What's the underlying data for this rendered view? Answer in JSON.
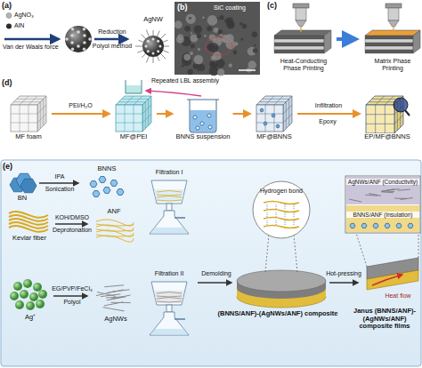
{
  "diagram": {
    "nodes": [
      {
        "text": [
          "MF foam"
        ]
      },
      {
        "text": [
          "MF@PEI"
        ]
      },
      {
        "text": [
          "BNNS suspension"
        ]
      },
      {
        "text": [
          "MF@BNNS"
        ]
      },
      {
        "text": [
          "EP/MF@BNNS"
        ]
      }
    ],
    "edges": [
      {
        "from": 0,
        "to": 1,
        "arrow": "to",
        "label": "PEI/H₂O"
      },
      {
        "from": 1,
        "to": 2,
        "arrow": "to"
      },
      {
        "from": 2,
        "to": 3,
        "arrow": "to"
      },
      {
        "from": 3,
        "to": 4,
        "arrow": "to",
        "label": "Infiltration"
      }
    ],
    "labels": [
      "(a)",
      "AgNO₃",
      "AlN",
      "Van der Waals force",
      "Reduction",
      "Polyol method",
      "AgNW",
      "(b)",
      "SiC coating",
      "(c)",
      "Heat-Conducting Phase Printing",
      "Matrix Phase Printing",
      "(d)",
      "Repeated LBL assembly",
      "Epoxy",
      "(e)",
      "BN",
      "IPA",
      "Sonication",
      "BNNS",
      "Kevlar fiber",
      "KOH/DMSO",
      "Deprotonation",
      "ANF",
      "Ag⁺",
      "EG/PVP/FeCl₃",
      "Polyol",
      "AgNWs",
      "Filtration I",
      "Filtration II",
      "Demolding",
      "Hydrogen bond",
      "(BNNS/ANF)-(AgNWs/ANF) composite",
      "Hot-pressing",
      "AgNWs/ANF (Conductivity)",
      "BNNS/ANF (Insulation)",
      "Heat flow",
      "Janus (BNNS/ANF)-(AgNWs/ANF) composite films"
    ]
  }
}
